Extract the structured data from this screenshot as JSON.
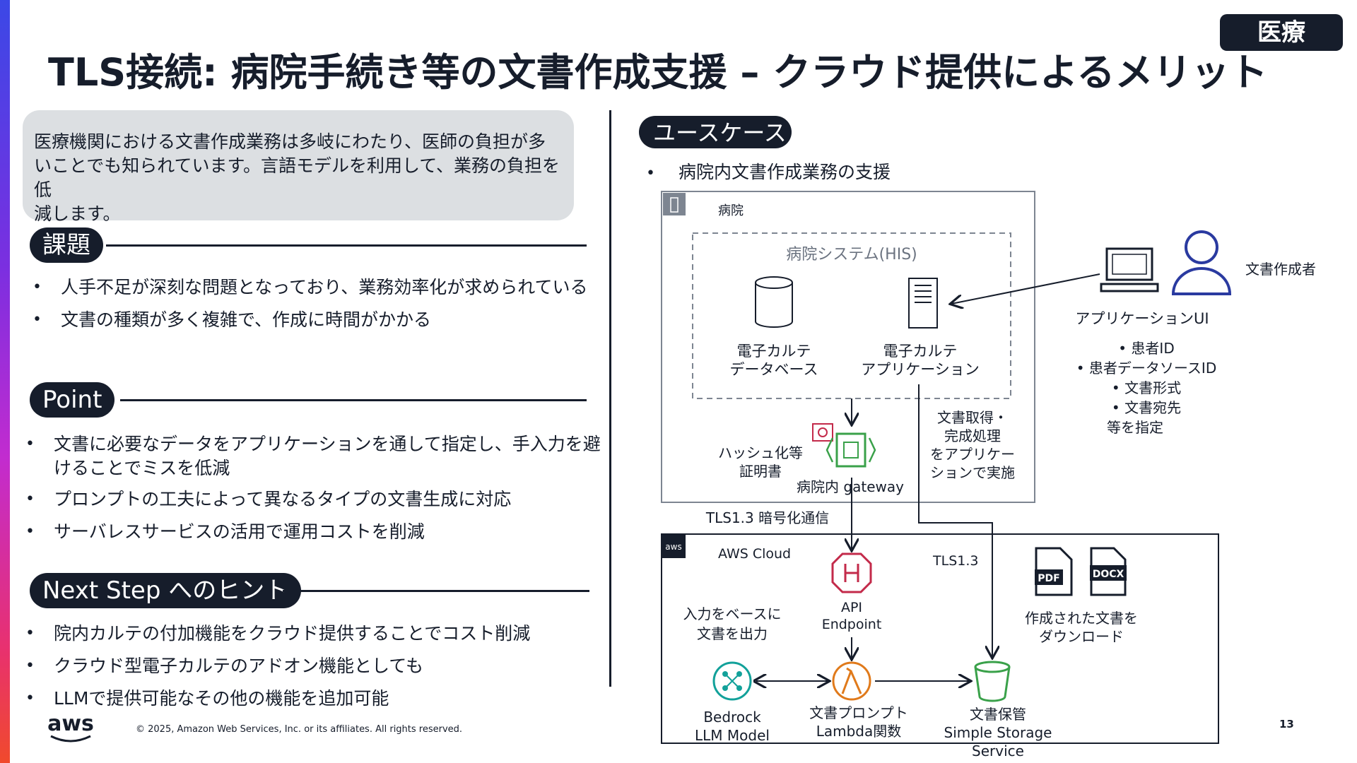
{
  "badge": "医療",
  "title": "TLS接続: 病院手続き等の文書作成支援 – クラウド提供によるメリット",
  "intro_lines": [
    "医療機関における文書作成業務は多岐にわたり、医師の負担が多",
    "いことでも知られています。言語モデルを利用して、業務の負担を低",
    "減します。"
  ],
  "sections": {
    "issues": {
      "label": "課題",
      "items": [
        "人手不足が深刻な問題となっており、業務効率化が求められている",
        "文書の種類が多く複雑で、作成に時間がかかる"
      ]
    },
    "point": {
      "label": "Point",
      "items": [
        "文書に必要なデータをアプリケーションを通して指定し、手入力を避",
        "けることでミスを低減",
        "プロンプトの工夫によって異なるタイプの文書生成に対応",
        "サーバレスサービスの活用で運用コストを削減"
      ]
    },
    "next": {
      "label": "Next Step へのヒント",
      "items": [
        "院内カルテの付加機能をクラウド提供することでコスト削減",
        "クラウド型電子カルテのアドオン機能としても",
        "LLMで提供可能なその他の機能を追加可能"
      ]
    }
  },
  "usecase": {
    "label": "ユースケース",
    "item": "病院内文書作成業務の支援"
  },
  "diagram": {
    "hospital": "病院",
    "his": "病院システム(HIS)",
    "db_label": [
      "電子カルテ",
      "データベース"
    ],
    "app_label": [
      "電子カルテ",
      "アプリケーション"
    ],
    "hash_label": [
      "ハッシュ化等",
      "証明書"
    ],
    "gateway": "病院内 gateway",
    "finish_label": [
      "文書取得・",
      "完成処理",
      "をアプリケー",
      "ションで実施"
    ],
    "tls_main": "TLS1.3 暗号化通信",
    "aws_cloud": "AWS Cloud",
    "tls_short": "TLS1.3",
    "api_label": [
      "API",
      "Endpoint"
    ],
    "input_label": [
      "入力をベースに",
      "文書を出力"
    ],
    "download_label": [
      "作成された文書を",
      "ダウンロード"
    ],
    "bedrock_label": [
      "Bedrock",
      "LLM Model"
    ],
    "lambda_label": [
      "文書プロンプト",
      "Lambda関数"
    ],
    "s3_label": [
      "文書保管",
      "Simple Storage",
      "Service"
    ],
    "app_ui": "アプリケーションUI",
    "author": "文書作成者",
    "ui_items": [
      "• 患者ID",
      "• 患者データソースID",
      "• 文書形式",
      "• 文書宛先",
      "等を指定"
    ],
    "pdf": "PDF",
    "docx": "DOCX",
    "aws_small": "aws"
  },
  "footer": {
    "logo": "aws",
    "copyright": "© 2025, Amazon Web Services, Inc. or its affiliates. All rights reserved.",
    "page": "13"
  },
  "colors": {
    "navy": "#161d2b",
    "box_gray": "#dcdfe2",
    "aws_green": "#3aa14a",
    "bedrock_teal": "#12a19a",
    "lambda_orange": "#e07a1b",
    "api_red": "#c32a4a",
    "user_blue": "#2a3aa0"
  }
}
